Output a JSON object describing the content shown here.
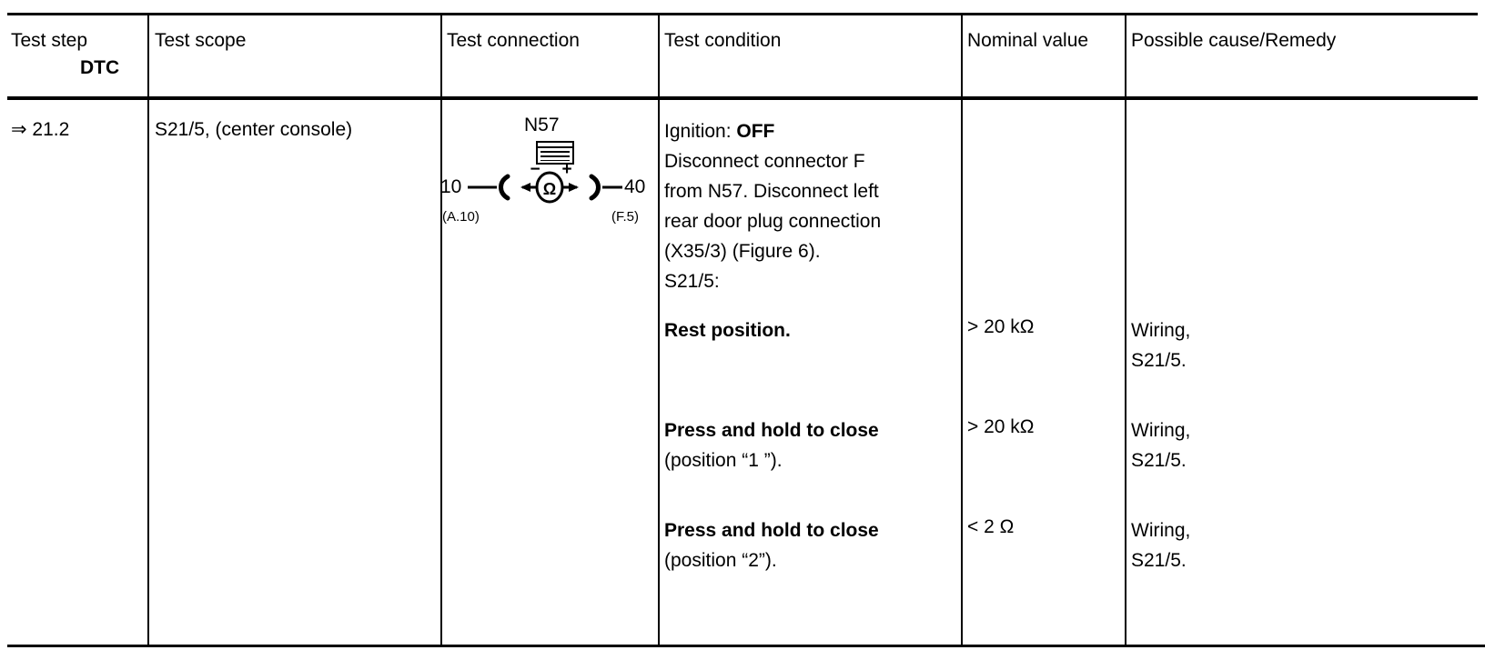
{
  "table": {
    "headers": {
      "test_step": "Test step",
      "dtc": "DTC",
      "test_scope": "Test scope",
      "test_connection": "Test connection",
      "test_condition": "Test condition",
      "nominal_value": "Nominal value",
      "possible_cause": "Possible cause/Remedy"
    },
    "row": {
      "test_step": "⇒ 21.2",
      "test_scope": "S21/5, (center console)",
      "test_connection": {
        "module_label": "N57",
        "module_icon": "connector-matrix-icon",
        "meter_symbol": "Ω",
        "meter_minus": "−",
        "meter_plus": "+",
        "pin_left": "10",
        "pin_left_sub": "(A.10)",
        "pin_right": "40",
        "pin_right_sub": "(F.5)"
      },
      "condition_intro": [
        {
          "text": "Ignition: ",
          "bold_text": "OFF"
        },
        {
          "text": "Disconnect connector F"
        },
        {
          "text": "from N57.  Disconnect left"
        },
        {
          "text": "rear door plug connection"
        },
        {
          "text": "(X35/3) (Figure 6)."
        },
        {
          "text": "S21/5:"
        }
      ],
      "measurements": [
        {
          "condition_bold": "Rest position.",
          "condition_sub": "",
          "nominal_value": "> 20 kΩ",
          "remedy_line1": "Wiring,",
          "remedy_line2": "S21/5."
        },
        {
          "condition_bold": "Press and hold to close",
          "condition_sub": "(position “1 ”).",
          "nominal_value": "> 20 kΩ",
          "remedy_line1": "Wiring,",
          "remedy_line2": "S21/5."
        },
        {
          "condition_bold": "Press and hold to close",
          "condition_sub": "(position “2”).",
          "nominal_value": "< 2 Ω",
          "remedy_line1": "Wiring,",
          "remedy_line2": "S21/5."
        }
      ]
    }
  },
  "colors": {
    "ink": "#000000",
    "paper": "#ffffff"
  }
}
